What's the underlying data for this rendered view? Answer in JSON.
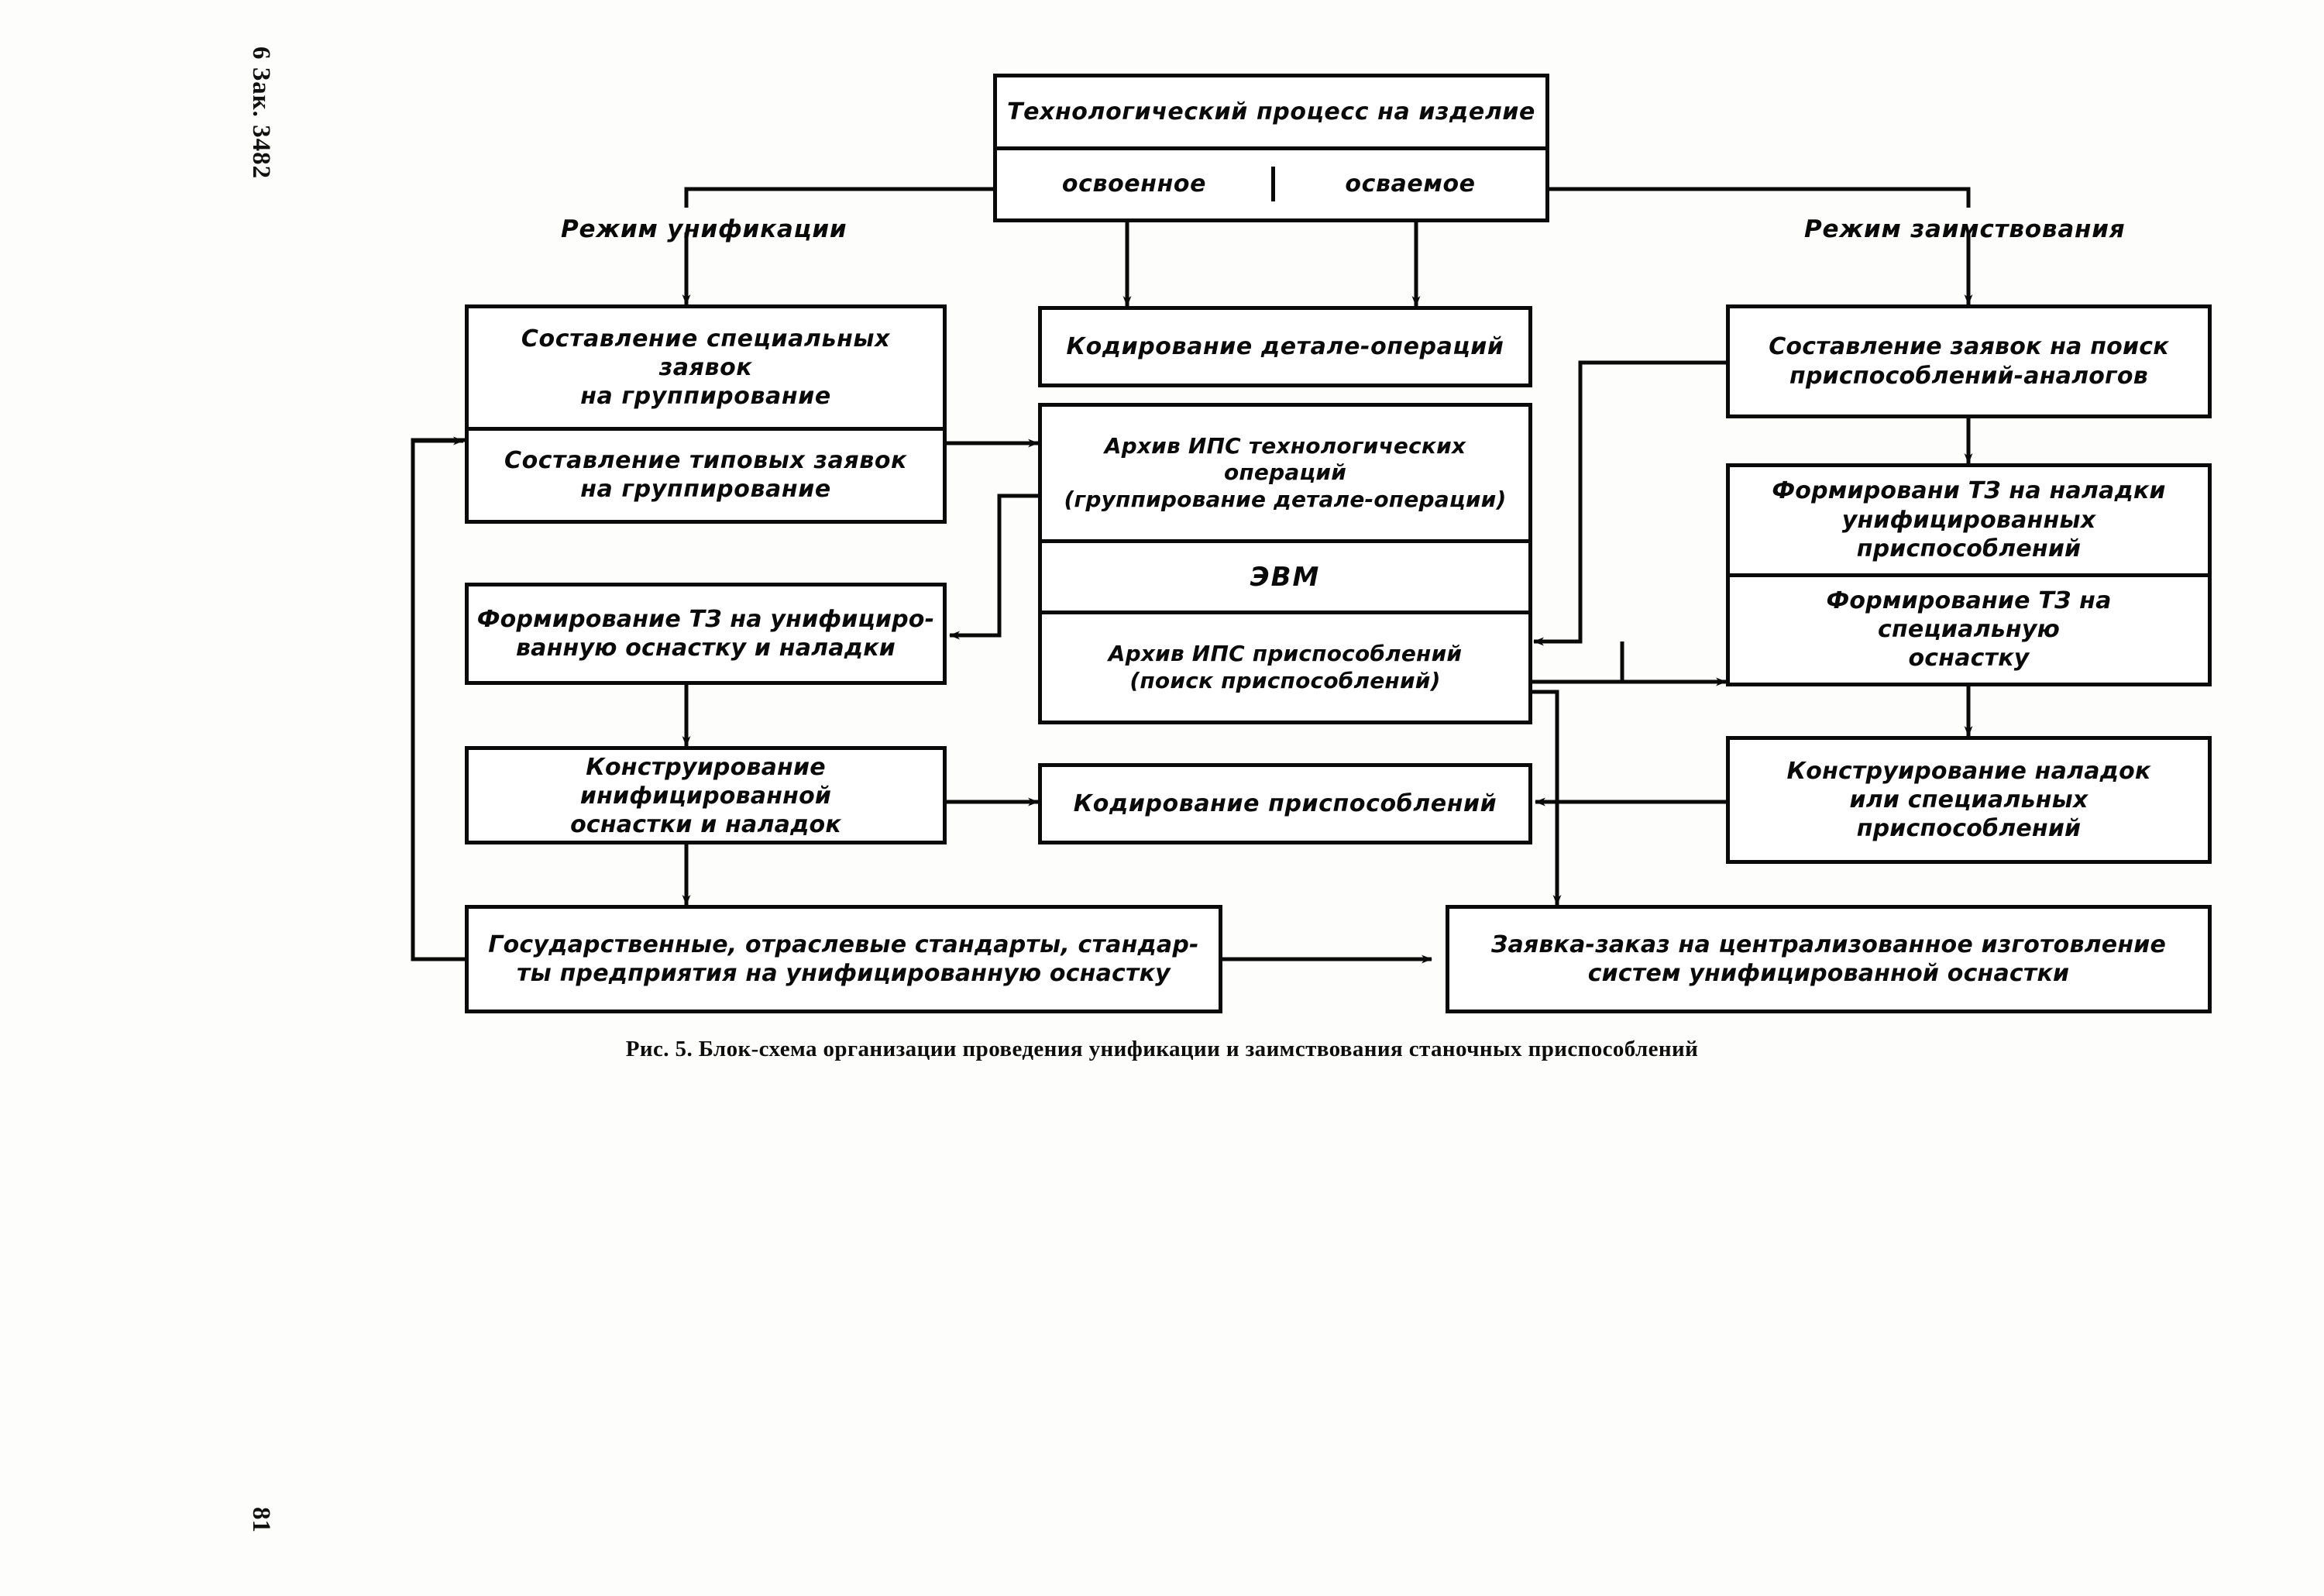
{
  "page": {
    "signature_mark": "6 Зак. 3482",
    "page_number": "81",
    "caption": "Рис. 5. Блок-схема организации проведения унификации и заимствования станочных приспособлений"
  },
  "diagram": {
    "title": "Блок-схема организации проведения унификации и заимствования станочных приспособлений",
    "mode_labels": {
      "left": "Режим унификации",
      "right": "Режим заимствования"
    },
    "nodes": {
      "process_root": {
        "title": "Технологический процесс на изделие",
        "left_state": "освоенное",
        "right_state": "осваемое"
      },
      "special_requests": "Составление специальных заявок\nна группирование",
      "typical_requests": "Составление типовых заявок\nна группирование",
      "tz_unified": "Формирование ТЗ на унифициро-\nванную оснастку и наладки",
      "design_unified": "Конструирование инифицированной\nоснастки и наладок",
      "standards": "Государственные, отраслевые стандарты, стандар-\nты предприятия на унифицированную оснастку",
      "coding_detail_ops": "Кодирование  детале-операций",
      "archive_tech_ops": "Архив ИПС технологических\nопераций\n(группирование детале-операции)",
      "computer": "ЭВМ",
      "archive_fixtures": "Архив ИПС приспособлений\n(поиск приспособлений)",
      "coding_fixtures": "Кодирование приспособлений",
      "search_analogs": "Составление заявок на поиск\nприспособлений-аналогов",
      "tz_setups": "Формировани ТЗ на наладки\nунифицированных приспособлений",
      "tz_special": "Формирование ТЗ на специальную\nоснастку",
      "design_setups": "Конструирование наладок\nили  специальных\nприспособлений",
      "order_request": "Заявка-заказ на централизованное изготовление\nсистем унифицированной оснастки"
    },
    "colors": {
      "ink": "#0a0a0a",
      "paper": "#fdfdfb"
    }
  }
}
